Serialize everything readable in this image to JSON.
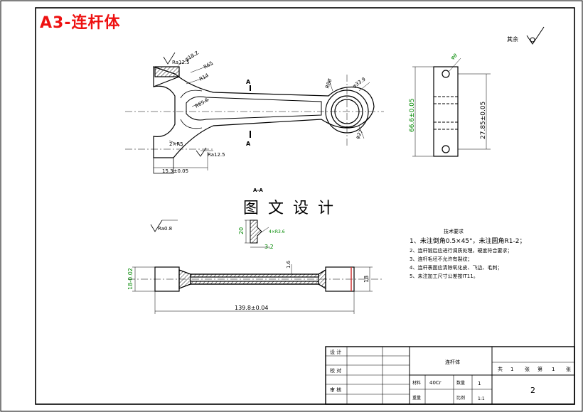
{
  "title": "A3-连杆体",
  "watermark": "图 文 设 计",
  "roughness_other": "其余",
  "section_label": "A-A",
  "cut_mark": "A",
  "dimensions": {
    "rough_top": "Ra12.5",
    "dia_r87": "φ18.7",
    "r65": "R65",
    "r14": "R14",
    "r65_6": "R65.6",
    "r80": "R80",
    "dia_r33": "φ33.9",
    "dia_27": "φ27",
    "r2_5": "2×R5",
    "rough_bottom": "Ra12.5",
    "len_153": "15.3±0.05",
    "dia_side": "φ8",
    "h666": "66.6±0.05",
    "h2785": "27.85±0.05",
    "rough_08": "Ra0.8",
    "sec_20": "20",
    "sec_32": "3.2",
    "sec_r": "4×R3.6",
    "h18": "18-0.02",
    "t16": "1.6",
    "w18": "18",
    "len_139": "139.8±0.04"
  },
  "requirements": {
    "heading": "技术要求",
    "items": [
      "1、未注倒角0.5×45°，未注圆角R1-2；",
      "2、连杆锻后应进行调质处理，硬度符合要求；",
      "3、连杆毛坯不允许有裂纹；",
      "4、连杆表面应清除氧化皮、飞边、毛刺；",
      "5、未注加工尺寸公差按IT11。"
    ]
  },
  "title_block": {
    "design": "设 计",
    "check": "校 对",
    "approve": "审 核",
    "part_name": "连杆体",
    "material_label": "材料",
    "material": "40Cr",
    "count_label": "数量",
    "count": "1",
    "weight_label": "重量",
    "scale_label": "比例",
    "scale": "1:1",
    "sheet_total_label": "共",
    "sheet_total": "1",
    "sheet_unit": "张",
    "sheet_no_label": "第",
    "sheet_no": "1",
    "drawing_no": "2"
  }
}
